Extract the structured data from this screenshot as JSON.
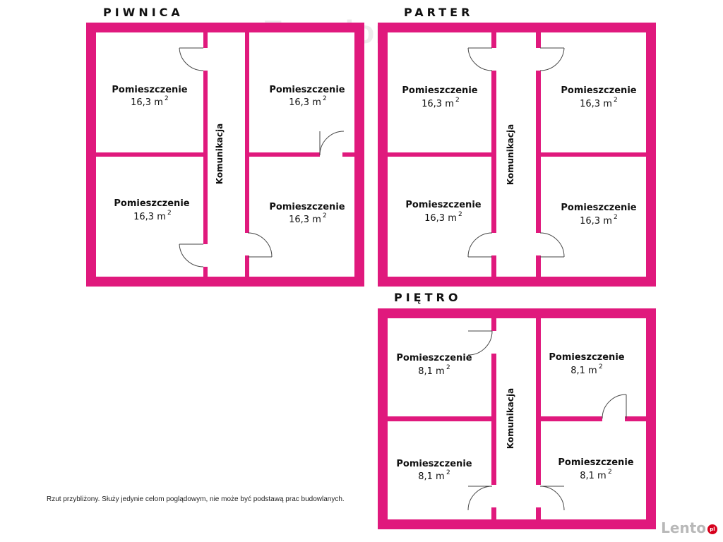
{
  "floors": {
    "basement": {
      "title": "PIWNICA",
      "corridor": "Komunikacja",
      "rooms": [
        {
          "name": "Pomieszczenie",
          "area": "16,3 m",
          "sup": "2"
        },
        {
          "name": "Pomieszczenie",
          "area": "16,3 m",
          "sup": "2"
        },
        {
          "name": "Pomieszczenie",
          "area": "16,3 m",
          "sup": "2"
        },
        {
          "name": "Pomieszczenie",
          "area": "16,3 m",
          "sup": "2"
        }
      ]
    },
    "ground": {
      "title": "PARTER",
      "corridor": "Komunikacja",
      "rooms": [
        {
          "name": "Pomieszczenie",
          "area": "16,3 m",
          "sup": "2"
        },
        {
          "name": "Pomieszczenie",
          "area": "16,3 m",
          "sup": "2"
        },
        {
          "name": "Pomieszczenie",
          "area": "16,3 m",
          "sup": "2"
        },
        {
          "name": "Pomieszczenie",
          "area": "16,3 m",
          "sup": "2"
        }
      ]
    },
    "upper": {
      "title": "PIĘTRO",
      "corridor": "Komunikacja",
      "rooms": [
        {
          "name": "Pomieszczenie",
          "area": "8,1 m",
          "sup": "2"
        },
        {
          "name": "Pomieszczenie",
          "area": "8,1 m",
          "sup": "2"
        },
        {
          "name": "Pomieszczenie",
          "area": "8,1 m",
          "sup": "2"
        },
        {
          "name": "Pomieszczenie",
          "area": "8,1 m",
          "sup": "2"
        }
      ]
    }
  },
  "disclaimer": "Rzut przybliżony. Służy jedynie celom poglądowym, nie może być podstawą prac budowlanych.",
  "watermark": "Freedom",
  "logo": {
    "text": "Lento",
    "badge": "pl"
  },
  "colors": {
    "wall": "#e0197d"
  }
}
